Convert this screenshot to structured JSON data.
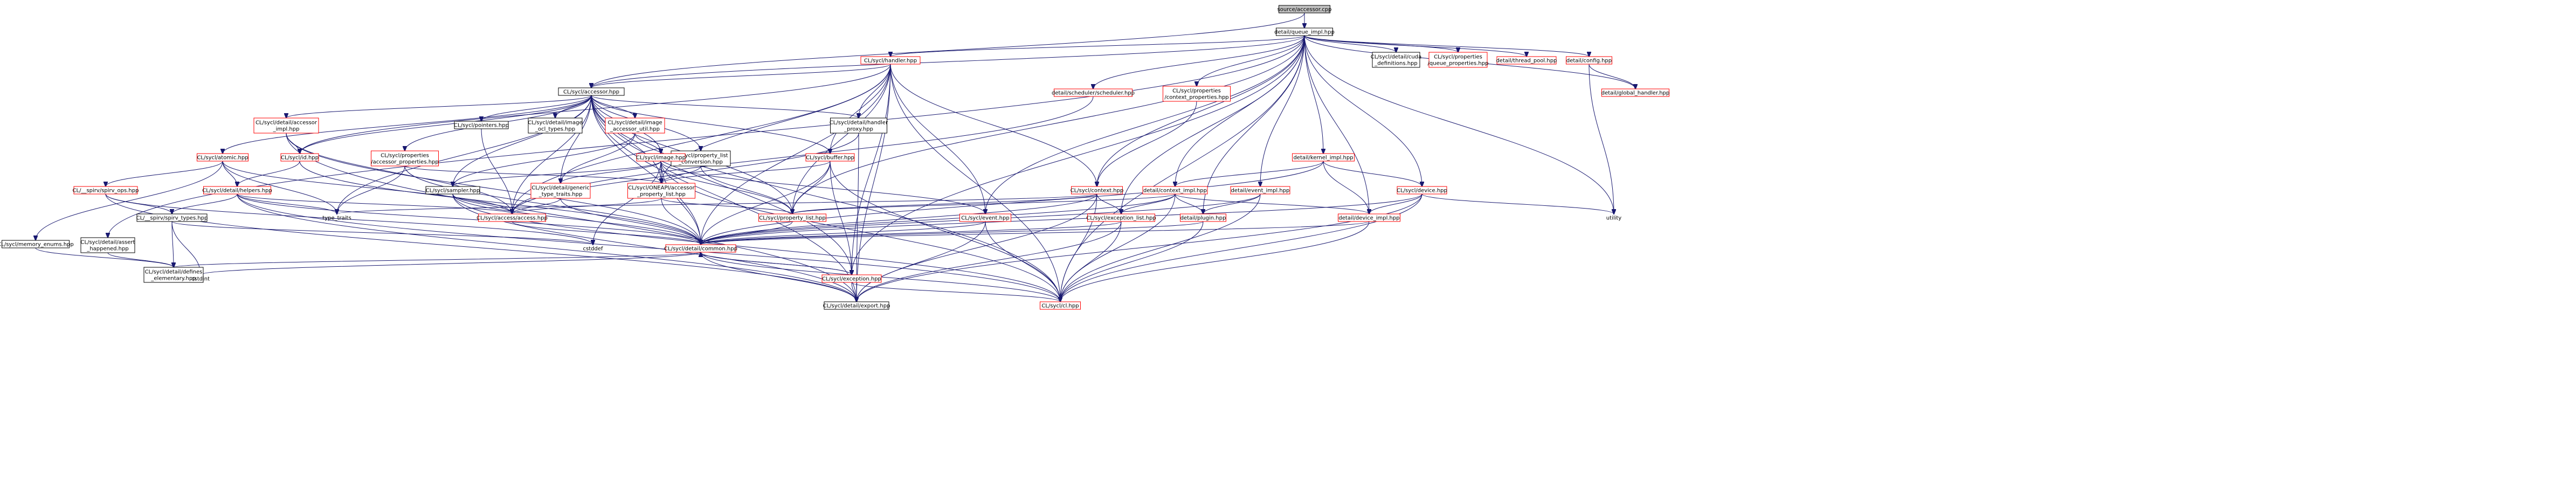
{
  "colors": {
    "edge": "#191970",
    "root_fill": "#bfbfbf",
    "node_fill": "#ffffff",
    "node_border_default": "#000000",
    "node_border_incomplete": "#ff0000",
    "text": "#000000"
  },
  "diagram": {
    "type": "include-dependency-graph",
    "root": "source/accessor.cpp",
    "nodes": [
      {
        "id": "root",
        "label": "source/accessor.cpp",
        "style": "root"
      },
      {
        "id": "queue_impl",
        "label": "detail/queue_impl.hpp",
        "style": "normal"
      },
      {
        "id": "accessor",
        "label": "CL/sycl/accessor.hpp",
        "style": "normal"
      },
      {
        "id": "handler",
        "label": "CL/sycl/handler.hpp",
        "style": "red"
      },
      {
        "id": "cuda_def",
        "label": [
          "CL/sycl/detail/cuda",
          "_definitions.hpp"
        ],
        "style": "normal"
      },
      {
        "id": "queue_props",
        "label": [
          "CL/sycl/properties",
          "/queue_properties.hpp"
        ],
        "style": "red"
      },
      {
        "id": "thread_pool",
        "label": "detail/thread_pool.hpp",
        "style": "red"
      },
      {
        "id": "config",
        "label": "detail/config.hpp",
        "style": "red"
      },
      {
        "id": "global_handler",
        "label": "detail/global_handler.hpp",
        "style": "red"
      },
      {
        "id": "scheduler",
        "label": "detail/scheduler/scheduler.hpp",
        "style": "red"
      },
      {
        "id": "ctx_props",
        "label": [
          "CL/sycl/properties",
          "/context_properties.hpp"
        ],
        "style": "red"
      },
      {
        "id": "acc_impl",
        "label": [
          "CL/sycl/detail/accessor",
          "_impl.hpp"
        ],
        "style": "red"
      },
      {
        "id": "pointers",
        "label": "CL/sycl/pointers.hpp",
        "style": "normal"
      },
      {
        "id": "img_ocl_types",
        "label": [
          "CL/sycl/detail/image",
          "_ocl_types.hpp"
        ],
        "style": "normal"
      },
      {
        "id": "img_acc_util",
        "label": [
          "CL/sycl/detail/image",
          "_accessor_util.hpp"
        ],
        "style": "red"
      },
      {
        "id": "handler_proxy",
        "label": [
          "CL/sycl/detail/handler",
          "_proxy.hpp"
        ],
        "style": "normal"
      },
      {
        "id": "acc_props",
        "label": [
          "CL/sycl/properties",
          "/accessor_properties.hpp"
        ],
        "style": "red"
      },
      {
        "id": "prop_list_conv",
        "label": [
          "CL/sycl/property_list",
          "_conversion.hpp"
        ],
        "style": "normal"
      },
      {
        "id": "atomic",
        "label": "CL/sycl/atomic.hpp",
        "style": "red"
      },
      {
        "id": "id",
        "label": "CL/sycl/id.hpp",
        "style": "red"
      },
      {
        "id": "image",
        "label": "CL/sycl/image.hpp",
        "style": "red"
      },
      {
        "id": "buffer",
        "label": "CL/sycl/buffer.hpp",
        "style": "red"
      },
      {
        "id": "kernel_impl",
        "label": "detail/kernel_impl.hpp",
        "style": "red"
      },
      {
        "id": "spirv_ops",
        "label": "CL/__spirv/spirv_ops.hpp",
        "style": "red"
      },
      {
        "id": "helpers",
        "label": "CL/sycl/detail/helpers.hpp",
        "style": "red"
      },
      {
        "id": "sampler",
        "label": "CL/sycl/sampler.hpp",
        "style": "normal"
      },
      {
        "id": "generic_type",
        "label": [
          "CL/sycl/detail/generic",
          "_type_traits.hpp"
        ],
        "style": "red"
      },
      {
        "id": "oneapi_acc_props",
        "label": [
          "CL/sycl/ONEAPI/accessor",
          "_property_list.hpp"
        ],
        "style": "red"
      },
      {
        "id": "context",
        "label": "CL/sycl/context.hpp",
        "style": "red"
      },
      {
        "id": "context_impl",
        "label": "detail/context_impl.hpp",
        "style": "red"
      },
      {
        "id": "event_impl",
        "label": "detail/event_impl.hpp",
        "style": "red"
      },
      {
        "id": "device",
        "label": "CL/sycl/device.hpp",
        "style": "red"
      },
      {
        "id": "spirv_types",
        "label": "CL/__spirv/spirv_types.hpp",
        "style": "normal"
      },
      {
        "id": "type_traits",
        "label": "type_traits",
        "style": "plain"
      },
      {
        "id": "access",
        "label": "CL/sycl/access/access.hpp",
        "style": "red"
      },
      {
        "id": "property_list",
        "label": "CL/sycl/property_list.hpp",
        "style": "red"
      },
      {
        "id": "event",
        "label": "CL/sycl/event.hpp",
        "style": "red"
      },
      {
        "id": "exc_list",
        "label": "CL/sycl/exception_list.hpp",
        "style": "red"
      },
      {
        "id": "plugin",
        "label": "detail/plugin.hpp",
        "style": "red"
      },
      {
        "id": "device_impl",
        "label": "detail/device_impl.hpp",
        "style": "red"
      },
      {
        "id": "utility",
        "label": "utility",
        "style": "plain"
      },
      {
        "id": "memory_enums",
        "label": "CL/sycl/memory_enums.hpp",
        "style": "normal"
      },
      {
        "id": "assert_happened",
        "label": [
          "CL/sycl/detail/assert",
          "_happened.hpp"
        ],
        "style": "normal"
      },
      {
        "id": "cstddef",
        "label": "cstddef",
        "style": "plain"
      },
      {
        "id": "common",
        "label": "CL/sycl/detail/common.hpp",
        "style": "red"
      },
      {
        "id": "defines_elem",
        "label": [
          "CL/sycl/detail/defines",
          "_elementary.hpp"
        ],
        "style": "normal"
      },
      {
        "id": "cstdint",
        "label": "cstdint",
        "style": "plain"
      },
      {
        "id": "exception",
        "label": "CL/sycl/exception.hpp",
        "style": "red"
      },
      {
        "id": "export",
        "label": "CL/sycl/detail/export.hpp",
        "style": "normal"
      },
      {
        "id": "cl",
        "label": "CL/sycl/cl.hpp",
        "style": "red"
      }
    ],
    "edges": [
      [
        "root",
        "accessor"
      ],
      [
        "root",
        "queue_impl"
      ],
      [
        "queue_impl",
        "accessor"
      ],
      [
        "queue_impl",
        "handler"
      ],
      [
        "queue_impl",
        "cuda_def"
      ],
      [
        "queue_impl",
        "queue_props"
      ],
      [
        "queue_impl",
        "thread_pool"
      ],
      [
        "queue_impl",
        "config"
      ],
      [
        "queue_impl",
        "global_handler"
      ],
      [
        "queue_impl",
        "scheduler"
      ],
      [
        "queue_impl",
        "ctx_props"
      ],
      [
        "queue_impl",
        "context"
      ],
      [
        "queue_impl",
        "context_impl"
      ],
      [
        "queue_impl",
        "event_impl"
      ],
      [
        "queue_impl",
        "kernel_impl"
      ],
      [
        "queue_impl",
        "device"
      ],
      [
        "queue_impl",
        "device_impl"
      ],
      [
        "queue_impl",
        "plugin"
      ],
      [
        "queue_impl",
        "exc_list"
      ],
      [
        "queue_impl",
        "event"
      ],
      [
        "queue_impl",
        "property_list"
      ],
      [
        "queue_impl",
        "assert_happened"
      ],
      [
        "queue_impl",
        "exception"
      ],
      [
        "queue_impl",
        "utility"
      ],
      [
        "queue_impl",
        "cl"
      ],
      [
        "config",
        "global_handler"
      ],
      [
        "config",
        "utility"
      ],
      [
        "handler",
        "accessor"
      ],
      [
        "handler",
        "handler_proxy"
      ],
      [
        "handler",
        "context"
      ],
      [
        "handler",
        "event"
      ],
      [
        "handler",
        "id"
      ],
      [
        "handler",
        "access"
      ],
      [
        "handler",
        "property_list"
      ],
      [
        "handler",
        "oneapi_acc_props"
      ],
      [
        "handler",
        "exception"
      ],
      [
        "handler",
        "export"
      ],
      [
        "handler",
        "cl"
      ],
      [
        "handler",
        "common"
      ],
      [
        "handler",
        "buffer"
      ],
      [
        "accessor",
        "acc_impl"
      ],
      [
        "accessor",
        "pointers"
      ],
      [
        "accessor",
        "img_ocl_types"
      ],
      [
        "accessor",
        "img_acc_util"
      ],
      [
        "accessor",
        "handler_proxy"
      ],
      [
        "accessor",
        "acc_props"
      ],
      [
        "accessor",
        "prop_list_conv"
      ],
      [
        "accessor",
        "atomic"
      ],
      [
        "accessor",
        "id"
      ],
      [
        "accessor",
        "image"
      ],
      [
        "accessor",
        "buffer"
      ],
      [
        "accessor",
        "sampler"
      ],
      [
        "accessor",
        "generic_type"
      ],
      [
        "accessor",
        "oneapi_acc_props"
      ],
      [
        "accessor",
        "type_traits"
      ],
      [
        "accessor",
        "access"
      ],
      [
        "accessor",
        "property_list"
      ],
      [
        "accessor",
        "common"
      ],
      [
        "accessor",
        "exception"
      ],
      [
        "accessor",
        "export"
      ],
      [
        "accessor",
        "cl"
      ],
      [
        "scheduler",
        "access"
      ],
      [
        "ctx_props",
        "context"
      ],
      [
        "acc_impl",
        "id"
      ],
      [
        "acc_impl",
        "access"
      ],
      [
        "acc_impl",
        "common"
      ],
      [
        "acc_impl",
        "export"
      ],
      [
        "pointers",
        "access"
      ],
      [
        "img_acc_util",
        "image"
      ],
      [
        "img_acc_util",
        "generic_type"
      ],
      [
        "img_acc_util",
        "sampler"
      ],
      [
        "handler_proxy",
        "access"
      ],
      [
        "handler_proxy",
        "export"
      ],
      [
        "acc_props",
        "type_traits"
      ],
      [
        "acc_props",
        "oneapi_acc_props"
      ],
      [
        "acc_props",
        "common"
      ],
      [
        "prop_list_conv",
        "oneapi_acc_props"
      ],
      [
        "prop_list_conv",
        "property_list"
      ],
      [
        "atomic",
        "spirv_ops"
      ],
      [
        "atomic",
        "helpers"
      ],
      [
        "atomic",
        "access"
      ],
      [
        "atomic",
        "memory_enums"
      ],
      [
        "atomic",
        "type_traits"
      ],
      [
        "id",
        "helpers"
      ],
      [
        "id",
        "common"
      ],
      [
        "image",
        "sampler"
      ],
      [
        "image",
        "generic_type"
      ],
      [
        "image",
        "oneapi_acc_props"
      ],
      [
        "image",
        "event"
      ],
      [
        "image",
        "property_list"
      ],
      [
        "image",
        "common"
      ],
      [
        "image",
        "cstddef"
      ],
      [
        "image",
        "cl"
      ],
      [
        "buffer",
        "oneapi_acc_props"
      ],
      [
        "buffer",
        "property_list"
      ],
      [
        "buffer",
        "exception"
      ],
      [
        "buffer",
        "common"
      ],
      [
        "buffer",
        "cl"
      ],
      [
        "kernel_impl",
        "context_impl"
      ],
      [
        "kernel_impl",
        "device"
      ],
      [
        "kernel_impl",
        "device_impl"
      ],
      [
        "kernel_impl",
        "common"
      ],
      [
        "spirv_ops",
        "spirv_types"
      ],
      [
        "spirv_ops",
        "export"
      ],
      [
        "spirv_ops",
        "cstddef"
      ],
      [
        "helpers",
        "spirv_types"
      ],
      [
        "helpers",
        "access"
      ],
      [
        "helpers",
        "type_traits"
      ],
      [
        "helpers",
        "common"
      ],
      [
        "helpers",
        "export"
      ],
      [
        "helpers",
        "cl"
      ],
      [
        "sampler",
        "access"
      ],
      [
        "sampler",
        "common"
      ],
      [
        "sampler",
        "export"
      ],
      [
        "sampler",
        "cl"
      ],
      [
        "generic_type",
        "access"
      ],
      [
        "generic_type",
        "common"
      ],
      [
        "oneapi_acc_props",
        "access"
      ],
      [
        "oneapi_acc_props",
        "property_list"
      ],
      [
        "oneapi_acc_props",
        "common"
      ],
      [
        "context",
        "property_list"
      ],
      [
        "context",
        "exc_list"
      ],
      [
        "context",
        "common"
      ],
      [
        "context",
        "export"
      ],
      [
        "context",
        "cl"
      ],
      [
        "context",
        "type_traits"
      ],
      [
        "context_impl",
        "property_list"
      ],
      [
        "context_impl",
        "exc_list"
      ],
      [
        "context_impl",
        "plugin"
      ],
      [
        "context_impl",
        "device_impl"
      ],
      [
        "context_impl",
        "common"
      ],
      [
        "context_impl",
        "cl"
      ],
      [
        "event_impl",
        "plugin"
      ],
      [
        "event_impl",
        "common"
      ],
      [
        "event_impl",
        "cl"
      ],
      [
        "device",
        "device_impl"
      ],
      [
        "device",
        "common"
      ],
      [
        "device",
        "export"
      ],
      [
        "device",
        "cl"
      ],
      [
        "device",
        "utility"
      ],
      [
        "spirv_types",
        "defines_elem"
      ],
      [
        "spirv_types",
        "cstddef"
      ],
      [
        "spirv_types",
        "cstdint"
      ],
      [
        "access",
        "common"
      ],
      [
        "property_list",
        "common"
      ],
      [
        "event",
        "common"
      ],
      [
        "event",
        "export"
      ],
      [
        "event",
        "cl"
      ],
      [
        "exc_list",
        "common"
      ],
      [
        "exc_list",
        "export"
      ],
      [
        "exc_list",
        "cl"
      ],
      [
        "plugin",
        "common"
      ],
      [
        "plugin",
        "cl"
      ],
      [
        "device_impl",
        "common"
      ],
      [
        "device_impl",
        "cl"
      ],
      [
        "memory_enums",
        "defines_elem"
      ],
      [
        "assert_happened",
        "defines_elem"
      ],
      [
        "common",
        "defines_elem"
      ],
      [
        "common",
        "exception"
      ],
      [
        "common",
        "export"
      ],
      [
        "common",
        "cl"
      ],
      [
        "common",
        "cstdint"
      ],
      [
        "exception",
        "export"
      ],
      [
        "exception",
        "cl"
      ],
      [
        "exception",
        "common"
      ]
    ]
  }
}
